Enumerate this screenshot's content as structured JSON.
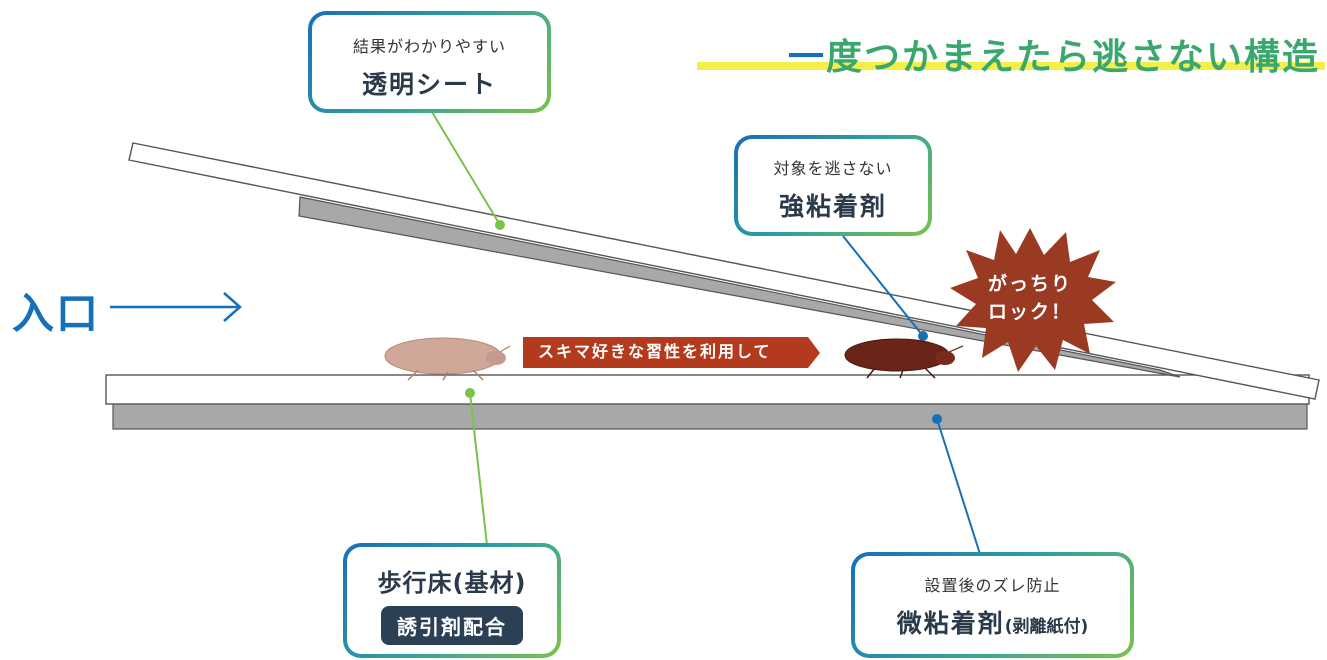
{
  "headline": {
    "accent": "一",
    "text": "度つかまえたら逃さない構造"
  },
  "entrance_label": "入口",
  "callouts": {
    "transparent_sheet": {
      "small": "結果がわかりやすい",
      "big": "透明シート"
    },
    "strong_adhesive": {
      "small": "対象を逃さない",
      "big": "強粘着剤"
    },
    "walking_floor": {
      "big": "歩行床(基材)",
      "pill": "誘引剤配合"
    },
    "weak_adhesive": {
      "small": "設置後のズレ防止",
      "big": "微粘着剤",
      "paren": "(剥離紙付)"
    }
  },
  "banner": {
    "text": "スキマ好きな習性を利用して",
    "color": "#b43a1e"
  },
  "burst": {
    "line1": "がっちり",
    "line2": "ロック！",
    "color": "#9b3a22"
  },
  "colors": {
    "blue": "#1670b8",
    "green": "#3aa86e",
    "yellow": "#f3ee4a",
    "gray_layer": "#a8a8a8",
    "navy": "#2b3f55"
  },
  "icons": [
    "arrow-right-icon",
    "bug-icon",
    "bug-icon-caught",
    "burst-icon"
  ]
}
